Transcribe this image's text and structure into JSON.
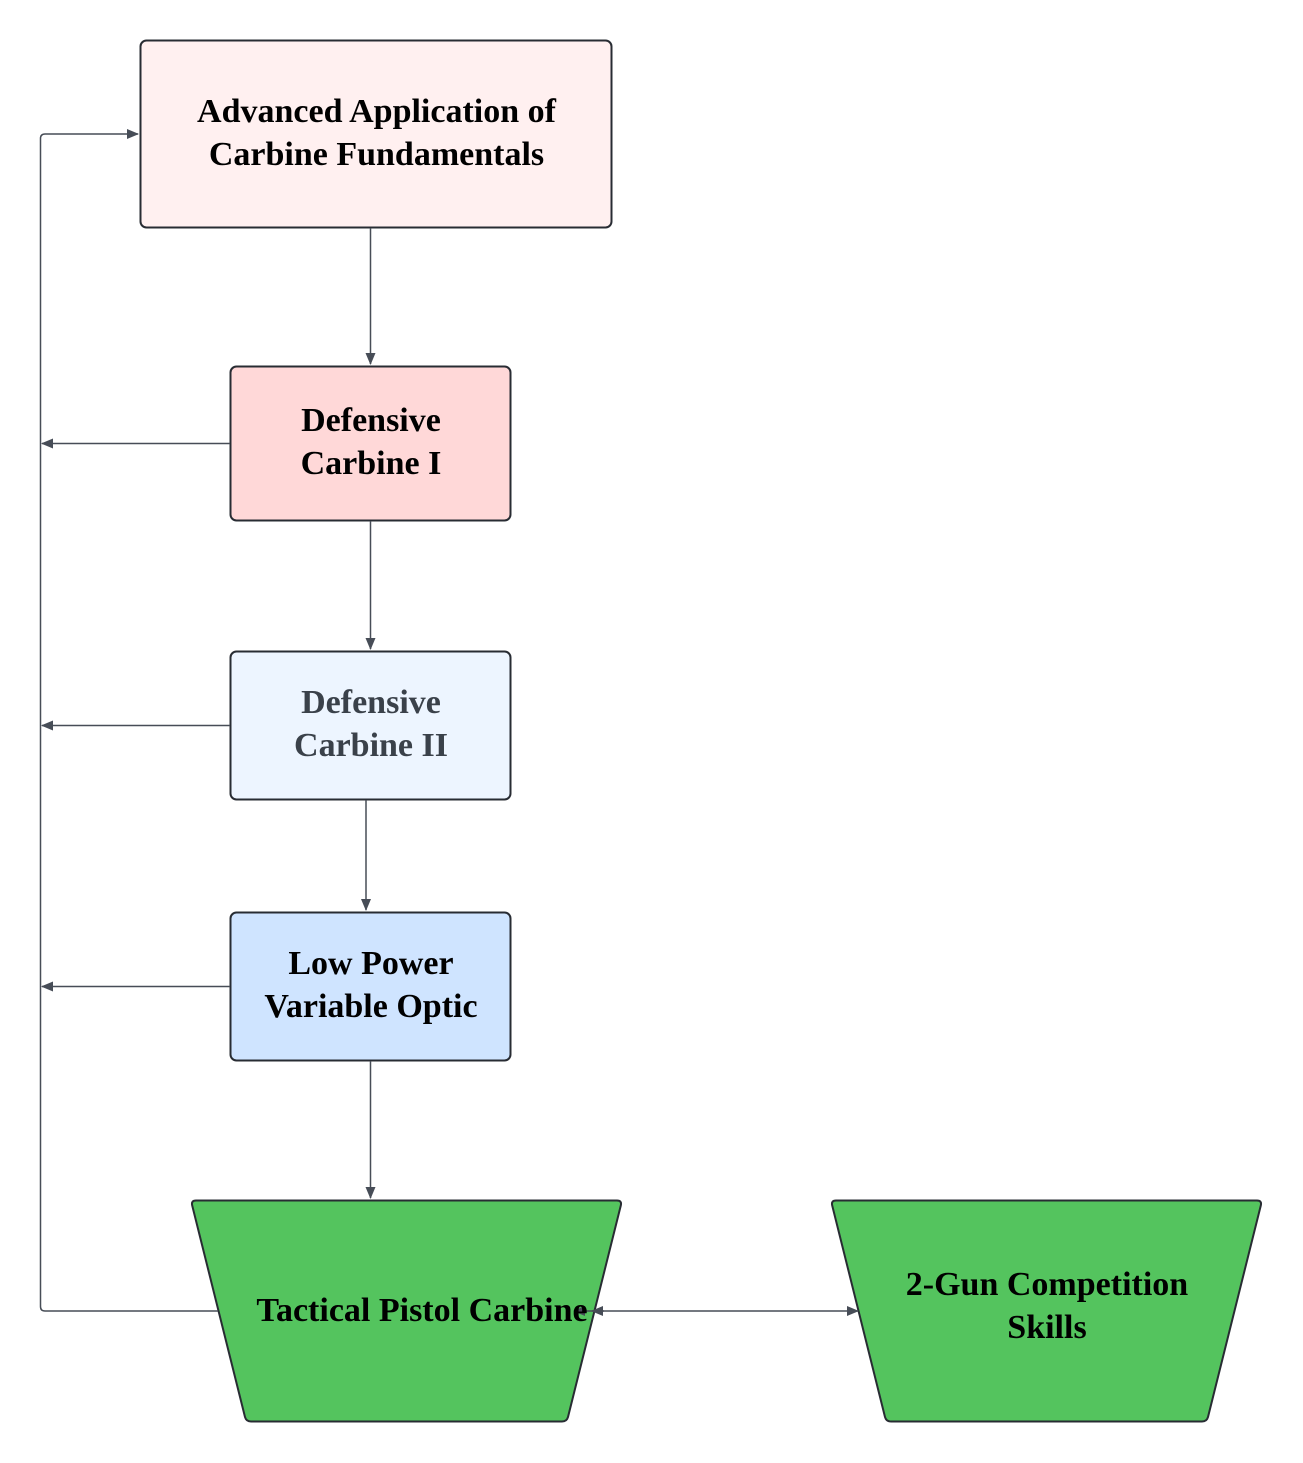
{
  "nodes": {
    "advanced": {
      "line1": "Advanced Application of",
      "line2": "Carbine Fundamentals",
      "fill": "#fff0f0",
      "text_color": "#000000"
    },
    "defensive1": {
      "line1": "Defensive",
      "line2": "Carbine I",
      "fill": "#ffd8d8",
      "text_color": "#000000"
    },
    "defensive2": {
      "line1": "Defensive",
      "line2": "Carbine II",
      "fill": "#edf5ff",
      "text_color": "#3a414a"
    },
    "lpvo": {
      "line1": "Low Power",
      "line2": "Variable Optic",
      "fill": "#cfe4ff",
      "text_color": "#000000"
    },
    "tactical": {
      "line1": "Tactical Pistol Carbine",
      "fill": "#54c45e",
      "text_color": "#000000"
    },
    "twogun": {
      "line1": "2-Gun Competition",
      "line2": "Skills",
      "fill": "#54c45e",
      "text_color": "#000000"
    }
  },
  "colors": {
    "border": "#282c33",
    "connector": "#474d57"
  }
}
